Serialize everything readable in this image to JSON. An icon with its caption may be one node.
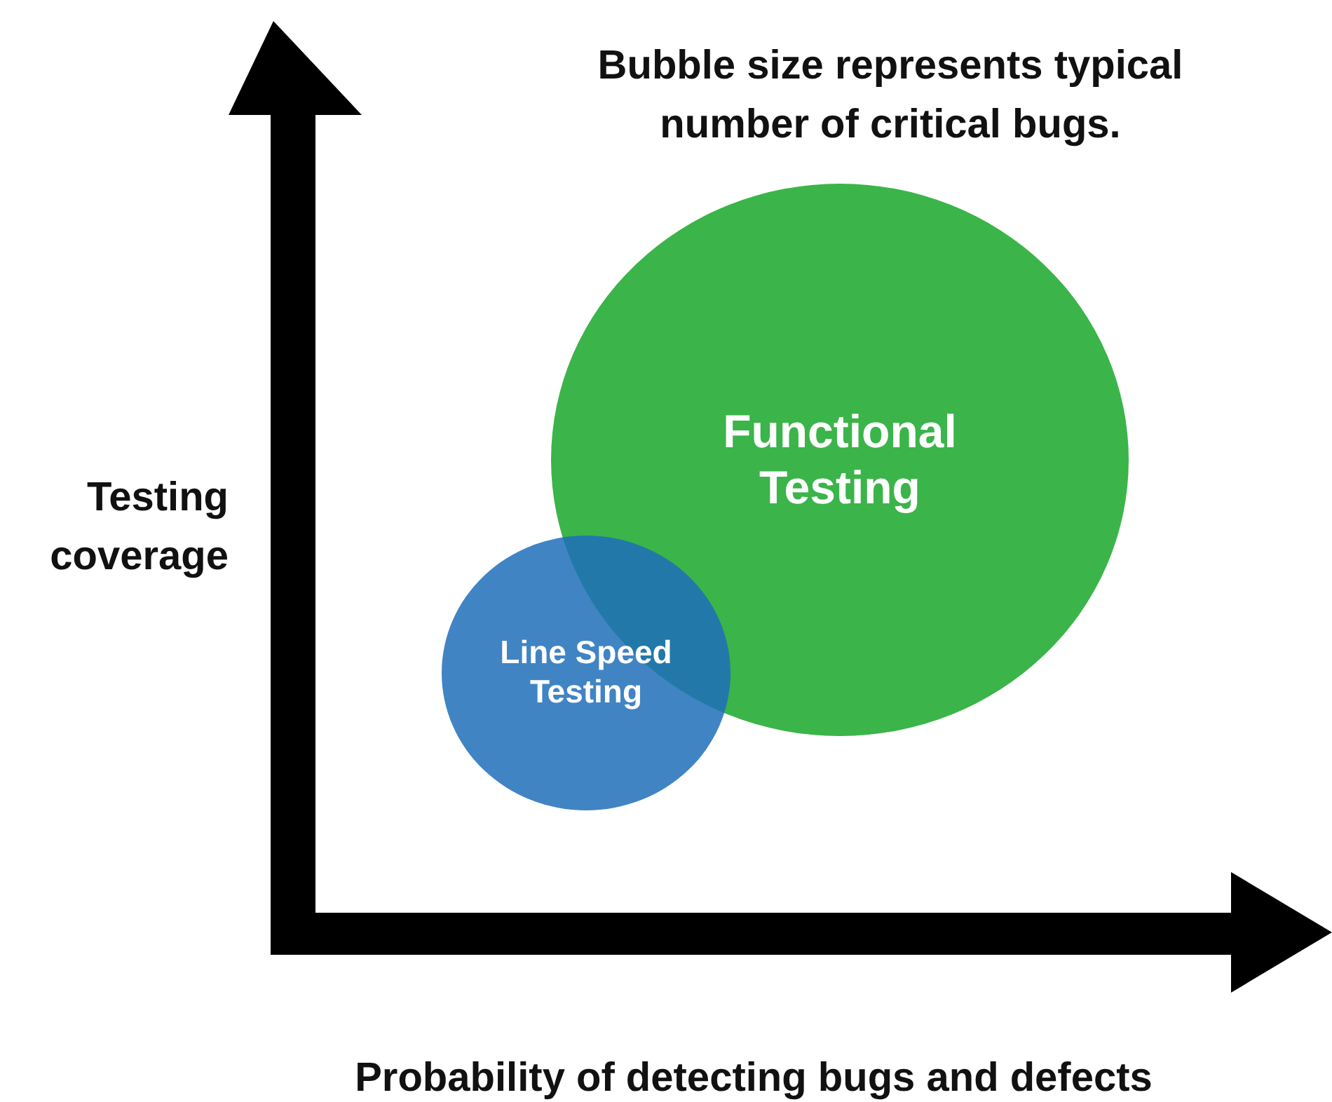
{
  "diagram": {
    "title": "Bubble size represents typical number of critical bugs.",
    "nodes": [
      {
        "text": [
          "Functional Testing"
        ]
      },
      {
        "text": [
          "Line Speed Testing"
        ]
      }
    ],
    "labels": [
      "Testing coverage",
      "Probability of detecting bugs and defects"
    ]
  }
}
